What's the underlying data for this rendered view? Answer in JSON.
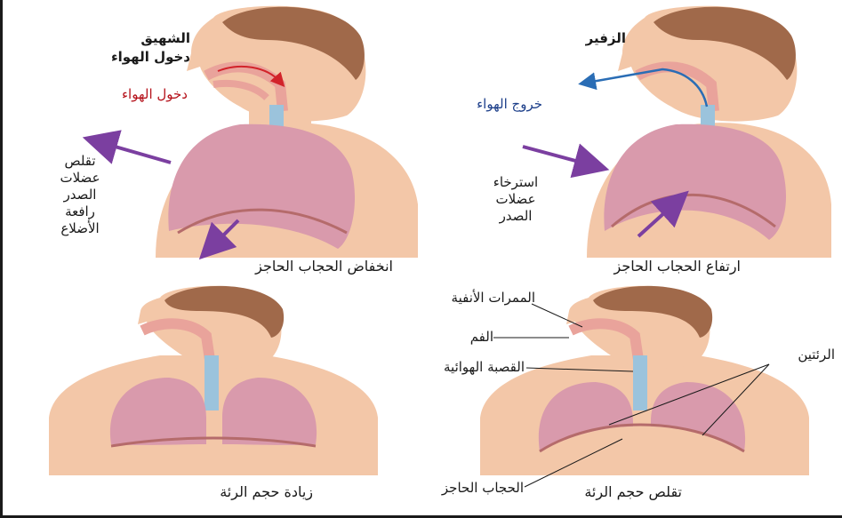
{
  "panels": {
    "inhale": {
      "title": "الشهيق",
      "subtitle": "دخول الهواء",
      "air_label": "دخول الهواء",
      "muscle_lines": [
        "تقلص",
        "عضلات",
        "الصدر",
        "رافعة",
        "الأضلاع"
      ],
      "caption": "انخفاض الحجاب الحاجز"
    },
    "exhale": {
      "title": "الزفير",
      "air_label": "خروج الهواء",
      "muscle_lines": [
        "استرخاء",
        "عضلات",
        "الصدر"
      ],
      "caption": "ارتفاع الحجاب الحاجز"
    },
    "lung_increase": {
      "caption": "زيادة حجم الرئة"
    },
    "lung_decrease": {
      "caption": "تقلص حجم الرئة",
      "labels": {
        "nasal": "الممرات الأنفية",
        "mouth": "الفم",
        "trachea": "القصبة الهوائية",
        "lungs": "الرئتين",
        "diaphragm": "الحجاب الحاجز"
      }
    }
  },
  "colors": {
    "skin": "#f3c7a8",
    "hair": "#a0694a",
    "lung": "#d99aac",
    "airway": "#e9a39b",
    "trachea": "#9bc3dc",
    "arrow_purple": "#7b3fa0",
    "arrow_red": "#d2232a",
    "arrow_blue": "#2a6db5"
  },
  "icons": [
    "inhale-air-arrow-icon",
    "exhale-air-arrow-icon",
    "muscle-arrow-icon",
    "diaphragm-arrow-icon"
  ]
}
